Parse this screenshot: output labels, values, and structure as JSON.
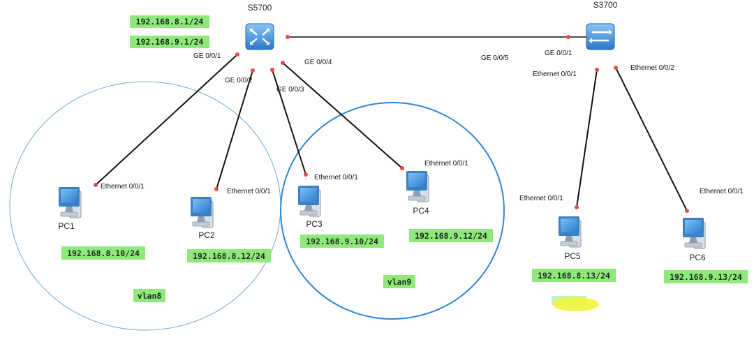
{
  "devices": {
    "s5700": {
      "name": "S5700"
    },
    "s3700": {
      "name": "S3700"
    },
    "pc1": {
      "name": "PC1"
    },
    "pc2": {
      "name": "PC2"
    },
    "pc3": {
      "name": "PC3"
    },
    "pc4": {
      "name": "PC4"
    },
    "pc5": {
      "name": "PC5"
    },
    "pc6": {
      "name": "PC6"
    }
  },
  "switch_ips": [
    "192.168.8.1/24",
    "192.168.9.1/24"
  ],
  "ports": {
    "s5700_g1": "GE 0/0/1",
    "s5700_g2": "GE 0/0/2",
    "s5700_g3": "GE 0/0/3",
    "s5700_g4": "GE 0/0/4",
    "s5700_g5": "GE 0/0/5",
    "s3700_g1": "GE 0/0/1",
    "s3700_e1": "Ethernet 0/0/1",
    "s3700_e2": "Ethernet 0/0/2",
    "pc1_e": "Ethernet 0/0/1",
    "pc2_e": "Ethernet 0/0/1",
    "pc3_e": "Ethernet 0/0/1",
    "pc4_e": "Ethernet 0/0/1",
    "pc5_e": "Ethernet 0/0/1",
    "pc6_e": "Ethernet 0/0/1"
  },
  "pc_ips": {
    "pc1": "192.168.8.10/24",
    "pc2": "192.168.8.12/24",
    "pc3": "192.168.9.10/24",
    "pc4": "192.168.9.12/24",
    "pc5": "192.168.8.13/24",
    "pc6": "192.168.9.13/24"
  },
  "vlans": {
    "vlan8": "vlan8",
    "vlan9": "vlan9"
  },
  "colors": {
    "label_bg": "#8fe87a",
    "link": "#111111",
    "port_dot": "#e84848",
    "vlan8_ring": "#6fa8dc",
    "vlan9_ring": "#2f86d8",
    "switch_blue": "#3d8fd8",
    "highlight": "#f2f53c"
  },
  "icons": {
    "core_switch": "layer3-switch-icon",
    "access_switch": "layer2-switch-icon",
    "pc": "desktop-pc-icon"
  }
}
